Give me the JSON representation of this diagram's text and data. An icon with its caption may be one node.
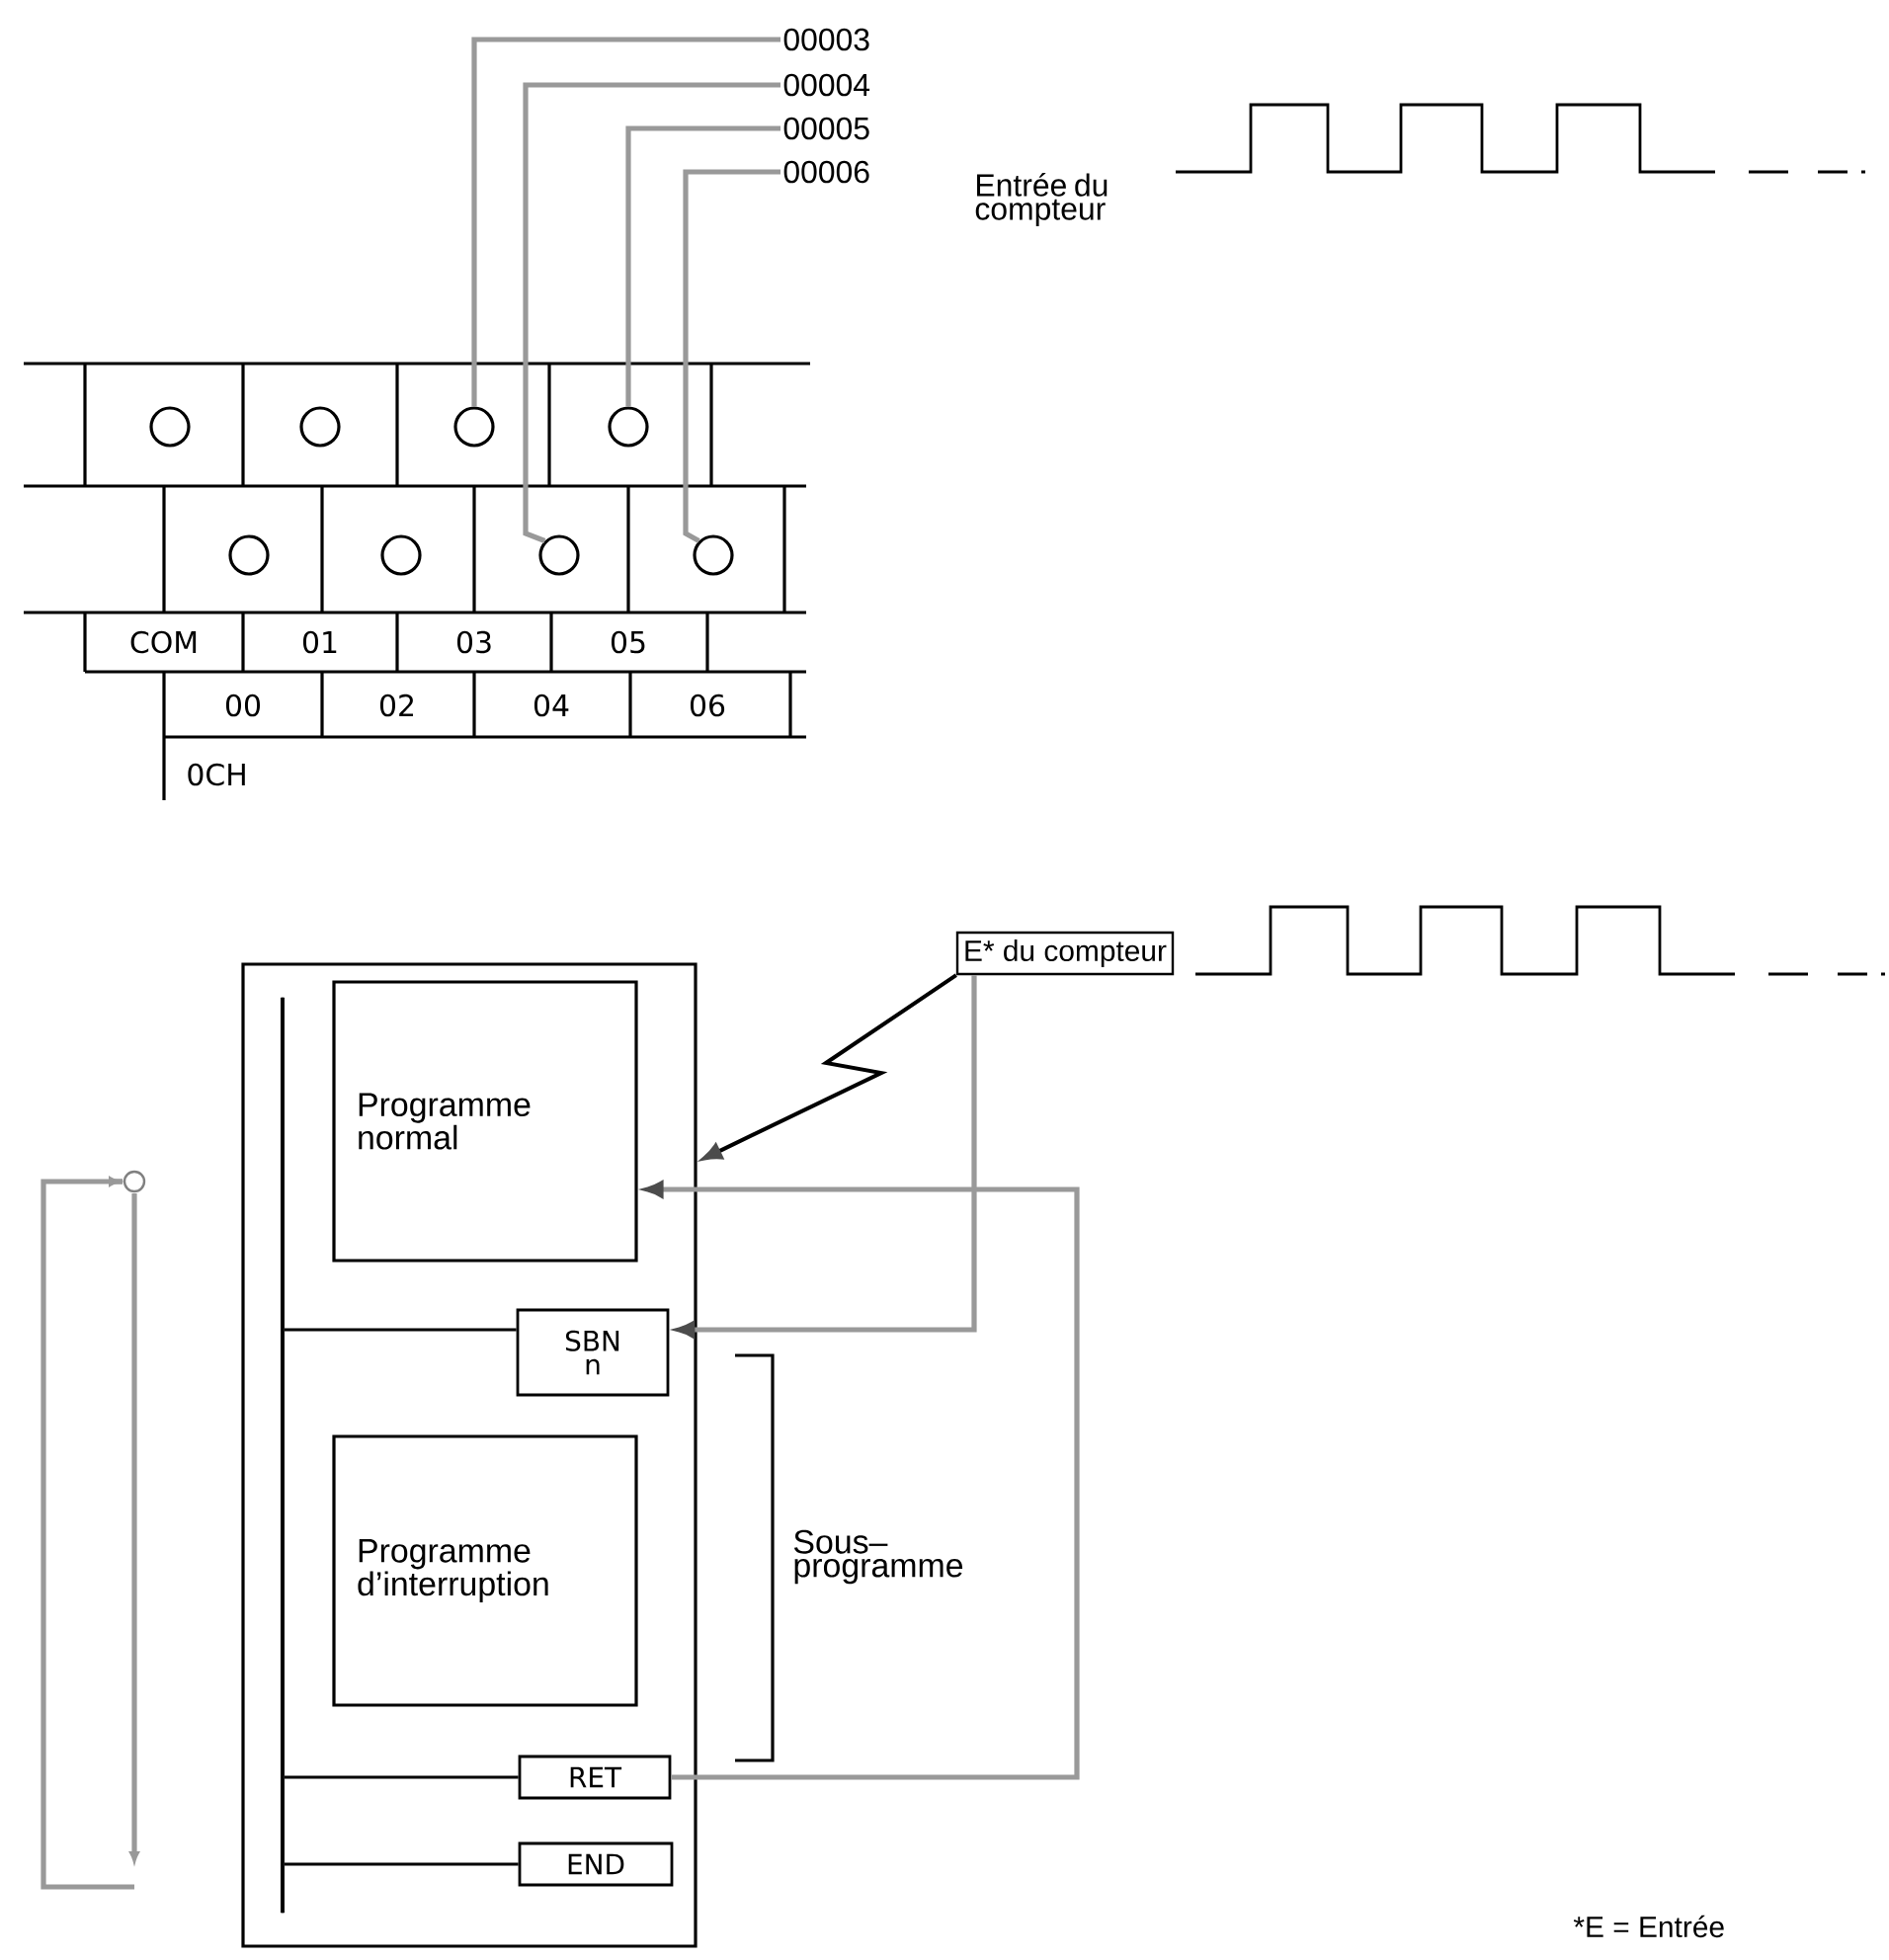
{
  "diagram": {
    "nodes": [
      {
        "text": [
          "00003"
        ]
      },
      {
        "text": [
          "00004"
        ]
      },
      {
        "text": [
          "00005"
        ]
      },
      {
        "text": [
          "00006"
        ]
      },
      {
        "text": [],
        "shape": "circle"
      },
      {
        "text": [],
        "shape": "circle"
      },
      {
        "text": [],
        "shape": "circle"
      },
      {
        "text": [],
        "shape": "circle"
      },
      {
        "text": [],
        "shape": "circle"
      },
      {
        "text": [],
        "shape": "circle"
      },
      {
        "text": [],
        "shape": "circle"
      },
      {
        "text": [],
        "shape": "circle"
      },
      {
        "text": [],
        "shape": "box"
      },
      {
        "text": [
          "Programme normal"
        ],
        "in": 12
      },
      {
        "text": [
          "SBN n"
        ],
        "in": 12
      },
      {
        "text": [
          "Programme d’interruption"
        ],
        "in": 12
      },
      {
        "text": [
          "RET"
        ],
        "in": 12
      },
      {
        "text": [
          "END"
        ],
        "in": 12
      },
      {
        "text": [
          "E* du compteur"
        ]
      },
      {
        "text": [],
        "shape": "bar",
        "in": 12
      }
    ],
    "edges": [
      {
        "from": 0,
        "to": 6,
        "arrow": "none"
      },
      {
        "from": 1,
        "to": 10,
        "arrow": "none"
      },
      {
        "from": 2,
        "to": 7,
        "arrow": "none"
      },
      {
        "from": 3,
        "to": 11,
        "arrow": "none"
      },
      {
        "from": 18,
        "to": 12,
        "arrow": "to",
        "color": "#000000"
      },
      {
        "from": 18,
        "to": 14,
        "arrow": "to"
      },
      {
        "from": 16,
        "to": 13,
        "arrow": "to"
      },
      {
        "from": 19,
        "to": 14,
        "arrow": "none",
        "color": "#000000"
      },
      {
        "from": 19,
        "to": 16,
        "arrow": "none",
        "color": "#000000"
      },
      {
        "from": 19,
        "to": 17,
        "arrow": "none",
        "color": "#000000"
      }
    ],
    "labels": [
      "Entrée du compteur",
      "COM",
      "01",
      "03",
      "05",
      "00",
      "02",
      "04",
      "06",
      "0CH",
      "Sous– programme",
      "*E = Entrée"
    ]
  }
}
